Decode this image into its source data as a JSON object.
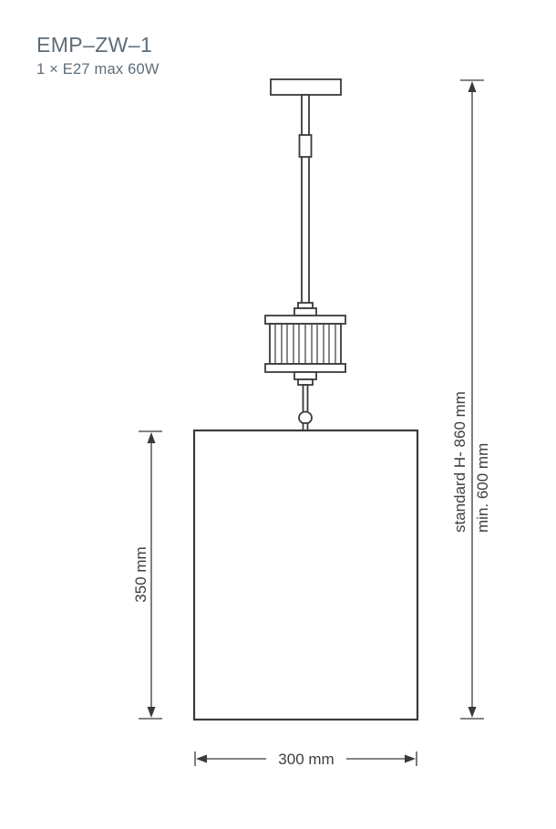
{
  "header": {
    "product_code": "EMP–ZW–1",
    "lamp_spec": "1 × E27 max 60W"
  },
  "dimensions": {
    "shade_height": "350 mm",
    "shade_width": "300 mm",
    "hanging_height_standard": "standard H- 860 mm",
    "hanging_height_min": "min. 600 mm"
  },
  "colors": {
    "drawing_line": "#3a3a3a",
    "dimension_text": "#3f3f3f",
    "title_text": "#5e6d79",
    "background": "#ffffff"
  }
}
